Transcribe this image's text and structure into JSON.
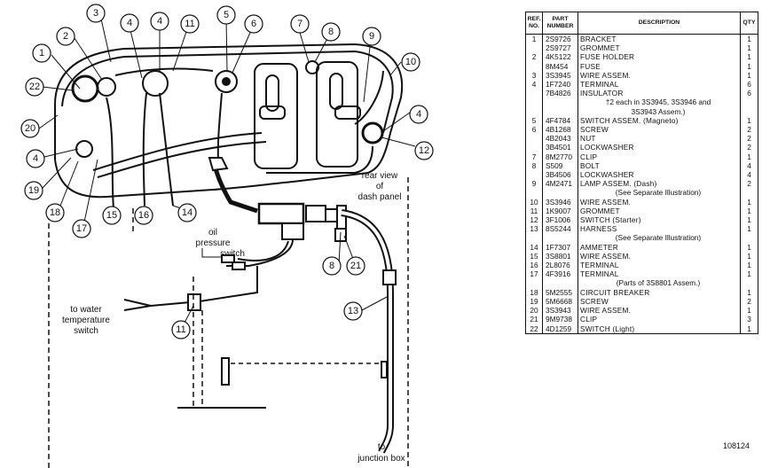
{
  "diagram": {
    "callouts": [
      "1",
      "2",
      "3",
      "4",
      "4",
      "11",
      "5",
      "6",
      "7",
      "8",
      "9",
      "10",
      "4",
      "12",
      "22",
      "20",
      "4",
      "19",
      "18",
      "17",
      "15",
      "16",
      "14",
      "8",
      "21",
      "11",
      "13"
    ],
    "labels": {
      "rear_view": [
        "rear view",
        "of",
        "dash panel"
      ],
      "oil": [
        "oil",
        "pressure",
        "switch"
      ],
      "water": [
        "to water",
        "temperature",
        "switch"
      ],
      "junction": [
        "to",
        "junction box"
      ]
    }
  },
  "table": {
    "headers": {
      "ref": "REF. NO.",
      "part": "PART NUMBER",
      "desc": "DESCRIPTION",
      "qty": "QTY"
    },
    "rows": [
      {
        "ref": "1",
        "part": "2S9726",
        "desc": "BRACKET",
        "qty": "1"
      },
      {
        "ref": "",
        "part": "2S9727",
        "desc": "GROMMET",
        "qty": "1"
      },
      {
        "ref": "2",
        "part": "4K5122",
        "desc": "FUSE HOLDER",
        "qty": "1"
      },
      {
        "ref": "",
        "part": "8M454",
        "desc": "FUSE",
        "qty": "1"
      },
      {
        "ref": "3",
        "part": "3S3945",
        "desc": "WIRE ASSEM.",
        "qty": "1"
      },
      {
        "ref": "4",
        "part": "1F7240",
        "desc": "TERMINAL",
        "qty": "6"
      },
      {
        "ref": "",
        "part": "7B4826",
        "desc": "INSULATOR",
        "qty": "6"
      },
      {
        "ref": "",
        "part": "",
        "desc": "†2 each in 3S3945, 3S3946 and",
        "qty": "",
        "note": true
      },
      {
        "ref": "",
        "part": "",
        "desc": "3S3943 Assem.)",
        "qty": "",
        "note": true
      },
      {
        "ref": "5",
        "part": "4F4784",
        "desc": "SWITCH ASSEM. (Magneto)",
        "qty": "1"
      },
      {
        "ref": "6",
        "part": "4B1268",
        "desc": "SCREW",
        "qty": "2"
      },
      {
        "ref": "",
        "part": "4B2043",
        "desc": "NUT",
        "qty": "2"
      },
      {
        "ref": "",
        "part": "3B4501",
        "desc": "LOCKWASHER",
        "qty": "2"
      },
      {
        "ref": "7",
        "part": "8M2770",
        "desc": "CLIP",
        "qty": "1"
      },
      {
        "ref": "8",
        "part": "S509",
        "desc": "BOLT",
        "qty": "4"
      },
      {
        "ref": "",
        "part": "3B4506",
        "desc": "LOCKWASHER",
        "qty": "4"
      },
      {
        "ref": "9",
        "part": "4M2471",
        "desc": "LAMP ASSEM. (Dash)",
        "qty": "2"
      },
      {
        "ref": "",
        "part": "",
        "desc": "(See Separate Illustration)",
        "qty": "",
        "note": true
      },
      {
        "ref": "10",
        "part": "3S3946",
        "desc": "WIRE ASSEM.",
        "qty": "1"
      },
      {
        "ref": "11",
        "part": "1K9007",
        "desc": "GROMMET",
        "qty": "1"
      },
      {
        "ref": "12",
        "part": "3F1006",
        "desc": "SWITCH (Starter)",
        "qty": "1"
      },
      {
        "ref": "13",
        "part": "8S5244",
        "desc": "HARNESS",
        "qty": "1"
      },
      {
        "ref": "",
        "part": "",
        "desc": "(See Separate Illustration)",
        "qty": "",
        "note": true
      },
      {
        "ref": "14",
        "part": "1F7307",
        "desc": "AMMETER",
        "qty": "1"
      },
      {
        "ref": "15",
        "part": "3S8801",
        "desc": "WIRE ASSEM.",
        "qty": "1"
      },
      {
        "ref": "16",
        "part": "2L8076",
        "desc": "TERMINAL",
        "qty": "1"
      },
      {
        "ref": "17",
        "part": "4F3916",
        "desc": "TERMINAL",
        "qty": "1"
      },
      {
        "ref": "",
        "part": "",
        "desc": "(Parts of 3S8801 Assem.)",
        "qty": "",
        "note": true
      },
      {
        "ref": "18",
        "part": "5M2555",
        "desc": "CIRCUIT BREAKER",
        "qty": "1"
      },
      {
        "ref": "19",
        "part": "5M6668",
        "desc": "SCREW",
        "qty": "2"
      },
      {
        "ref": "20",
        "part": "3S3943",
        "desc": "WIRE ASSEM.",
        "qty": "1"
      },
      {
        "ref": "21",
        "part": "9M9738",
        "desc": "CLIP",
        "qty": "3"
      },
      {
        "ref": "22",
        "part": "4D1259",
        "desc": "SWITCH (Light)",
        "qty": "1"
      }
    ]
  },
  "figure_id": "108124"
}
